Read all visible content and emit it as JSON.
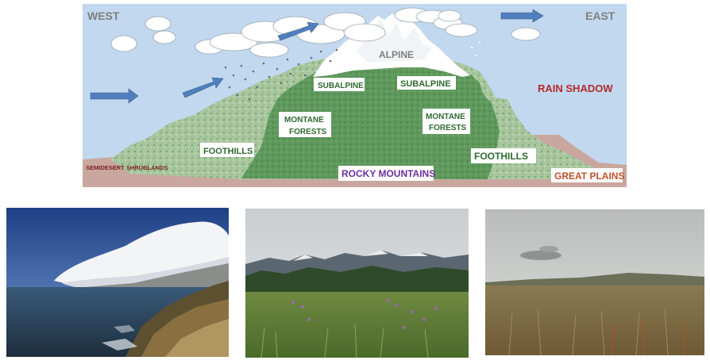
{
  "diagram": {
    "direction_west": "WEST",
    "direction_east": "EAST",
    "rain_shadow": "RAIN SHADOW",
    "zones": {
      "alpine": "ALPINE",
      "subalpine_west": "SUBALPINE",
      "subalpine_east": "SUBALPINE",
      "montane_west_line1": "MONTANE",
      "montane_west_line2": "FORESTS",
      "montane_east_line1": "MONTANE",
      "montane_east_line2": "FORESTS",
      "foothills_west": "FOOTHILLS",
      "foothills_east": "FOOTHILLS",
      "semidesert": "SEMIDESERT SHRUBLANDS",
      "rocky_mountains": "ROCKY MOUNTAINS",
      "great_plains": "GREAT PLAINS"
    },
    "colors": {
      "sky": "#c2d8ee",
      "ground": "#c9a79f",
      "foothill": "#9fbf95",
      "forest": "#5e9a5e",
      "snow": "#ffffff",
      "arrow": "#4f7fbd",
      "direction_text": "#7f7f7f",
      "rain_shadow_text": "#b22a2a",
      "rocky_text": "#6a2fa0",
      "plains_text": "#c0502a",
      "semidesert_text": "#7a1f1f",
      "zone_text": "#2f6a2f"
    }
  },
  "photos": [
    {
      "name": "coastal-cliff-photo"
    },
    {
      "name": "mountain-meadow-photo"
    },
    {
      "name": "grassland-plains-photo"
    }
  ]
}
